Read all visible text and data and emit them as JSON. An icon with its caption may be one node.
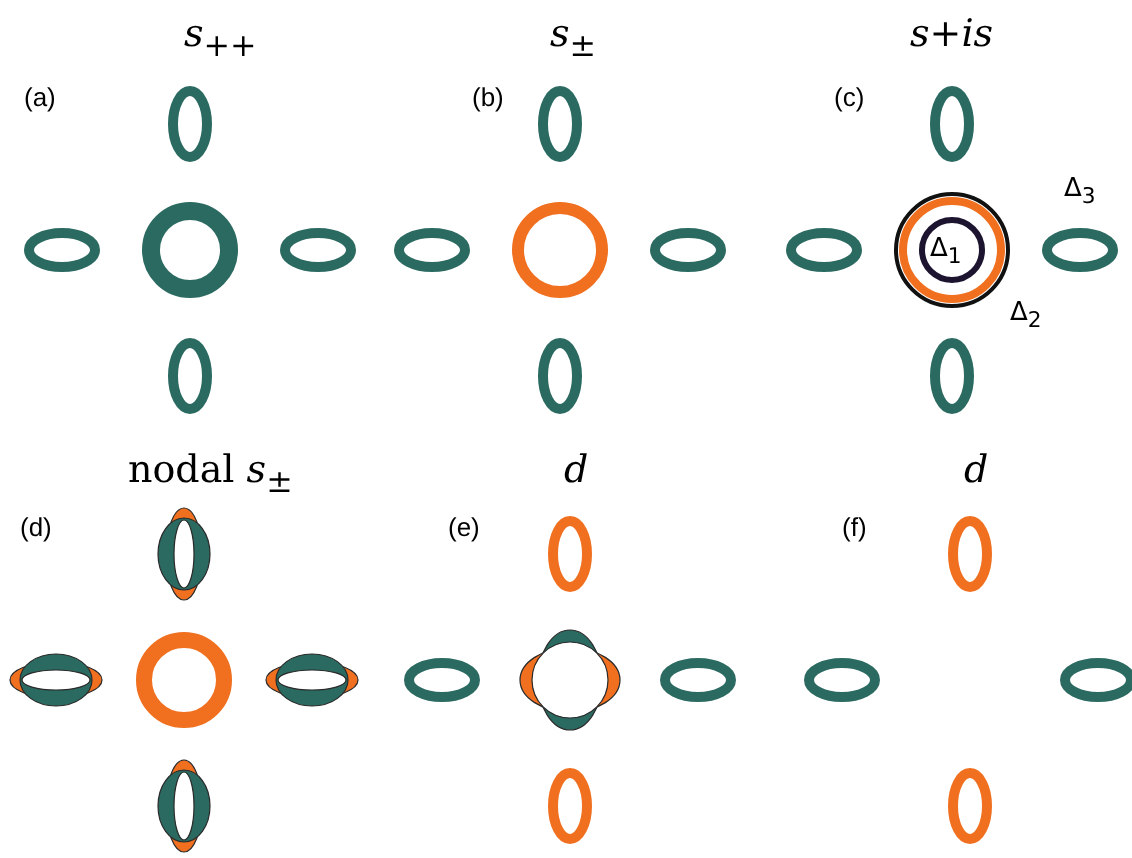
{
  "diagram": {
    "labels": [
      "*s*$_{++}$",
      "*s*$_{±}$",
      "*s*+*is*",
      "(a)",
      "(b)",
      "(c)",
      "Δ$_{3}$",
      "Δ$_{1}$",
      "Δ$_{2}$",
      "nodal *s*$_{±}$",
      "d",
      "d",
      "(d)",
      "(e)",
      "(f)"
    ]
  }
}
